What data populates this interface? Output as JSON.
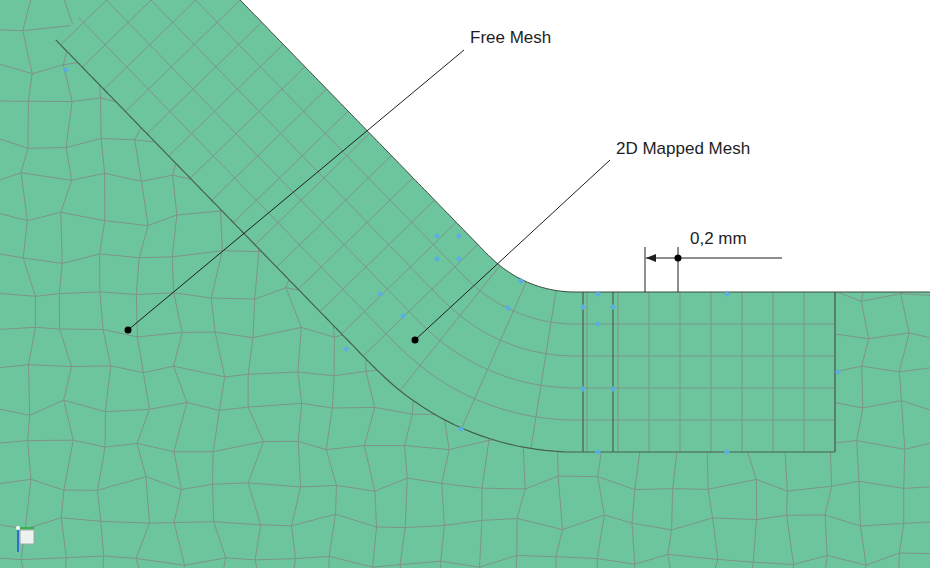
{
  "diagram": {
    "labels": [
      "Free Mesh",
      "2D Mapped Mesh",
      "0,2 mm"
    ]
  }
}
